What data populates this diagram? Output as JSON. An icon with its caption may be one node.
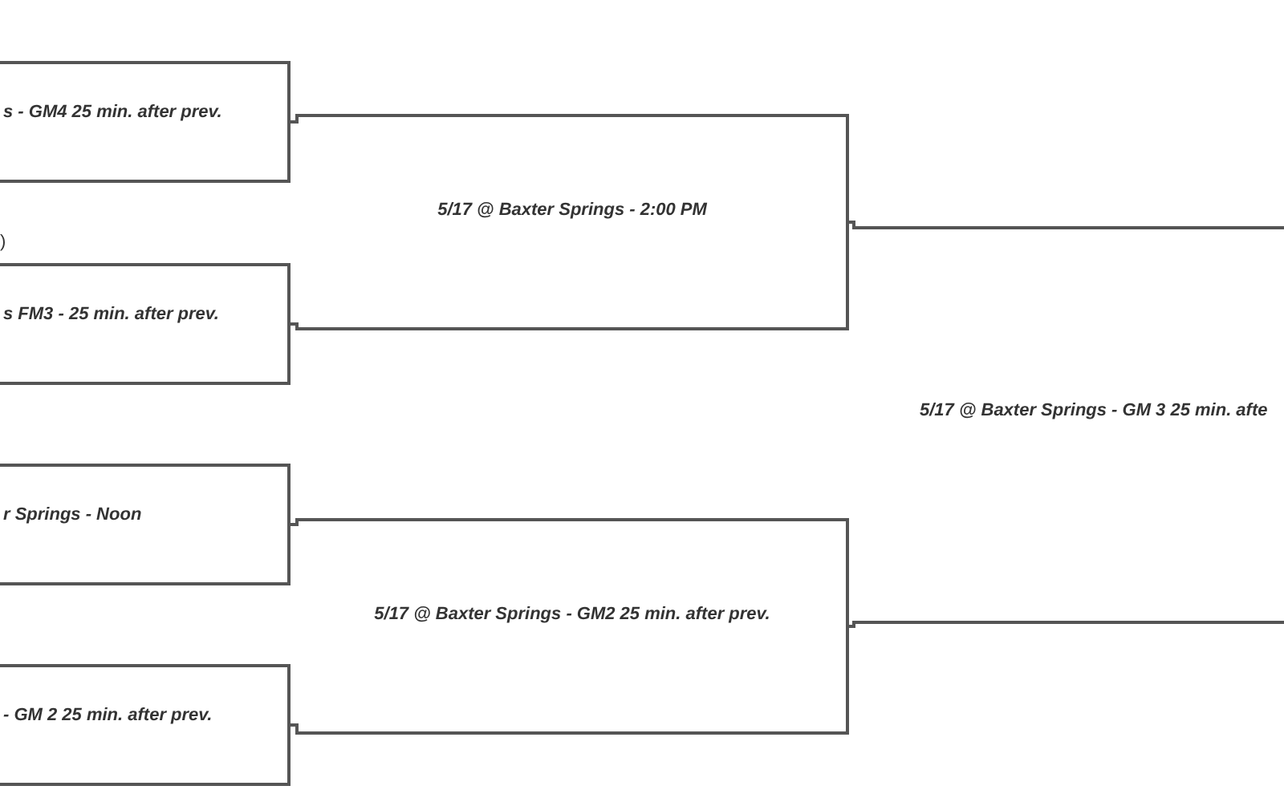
{
  "diagram": {
    "nodes": [
      {
        "text": [
          "s - GM4 25 min. after prev."
        ]
      },
      {
        "text": [
          "s FM3 - 25 min. after prev."
        ]
      },
      {
        "text": [
          "r Springs - Noon"
        ]
      },
      {
        "text": [
          "- GM 2 25 min. after prev."
        ]
      },
      {
        "text": [
          "5/17 @ Baxter Springs - 2:00 PM"
        ]
      },
      {
        "text": [
          "5/17 @ Baxter Springs - GM2 25 min. after prev."
        ]
      },
      {
        "text": [
          "5/17 @ Baxter Springs - GM 3 25 min. afte"
        ]
      }
    ],
    "edges": [
      {
        "from": 0,
        "to": 4,
        "arrow": "none"
      },
      {
        "from": 1,
        "to": 4,
        "arrow": "none"
      },
      {
        "from": 2,
        "to": 5,
        "arrow": "none"
      },
      {
        "from": 3,
        "to": 5,
        "arrow": "none"
      },
      {
        "from": 4,
        "to": 6,
        "arrow": "none"
      },
      {
        "from": 5,
        "to": 6,
        "arrow": "none"
      }
    ],
    "labels": [
      ")"
    ]
  }
}
